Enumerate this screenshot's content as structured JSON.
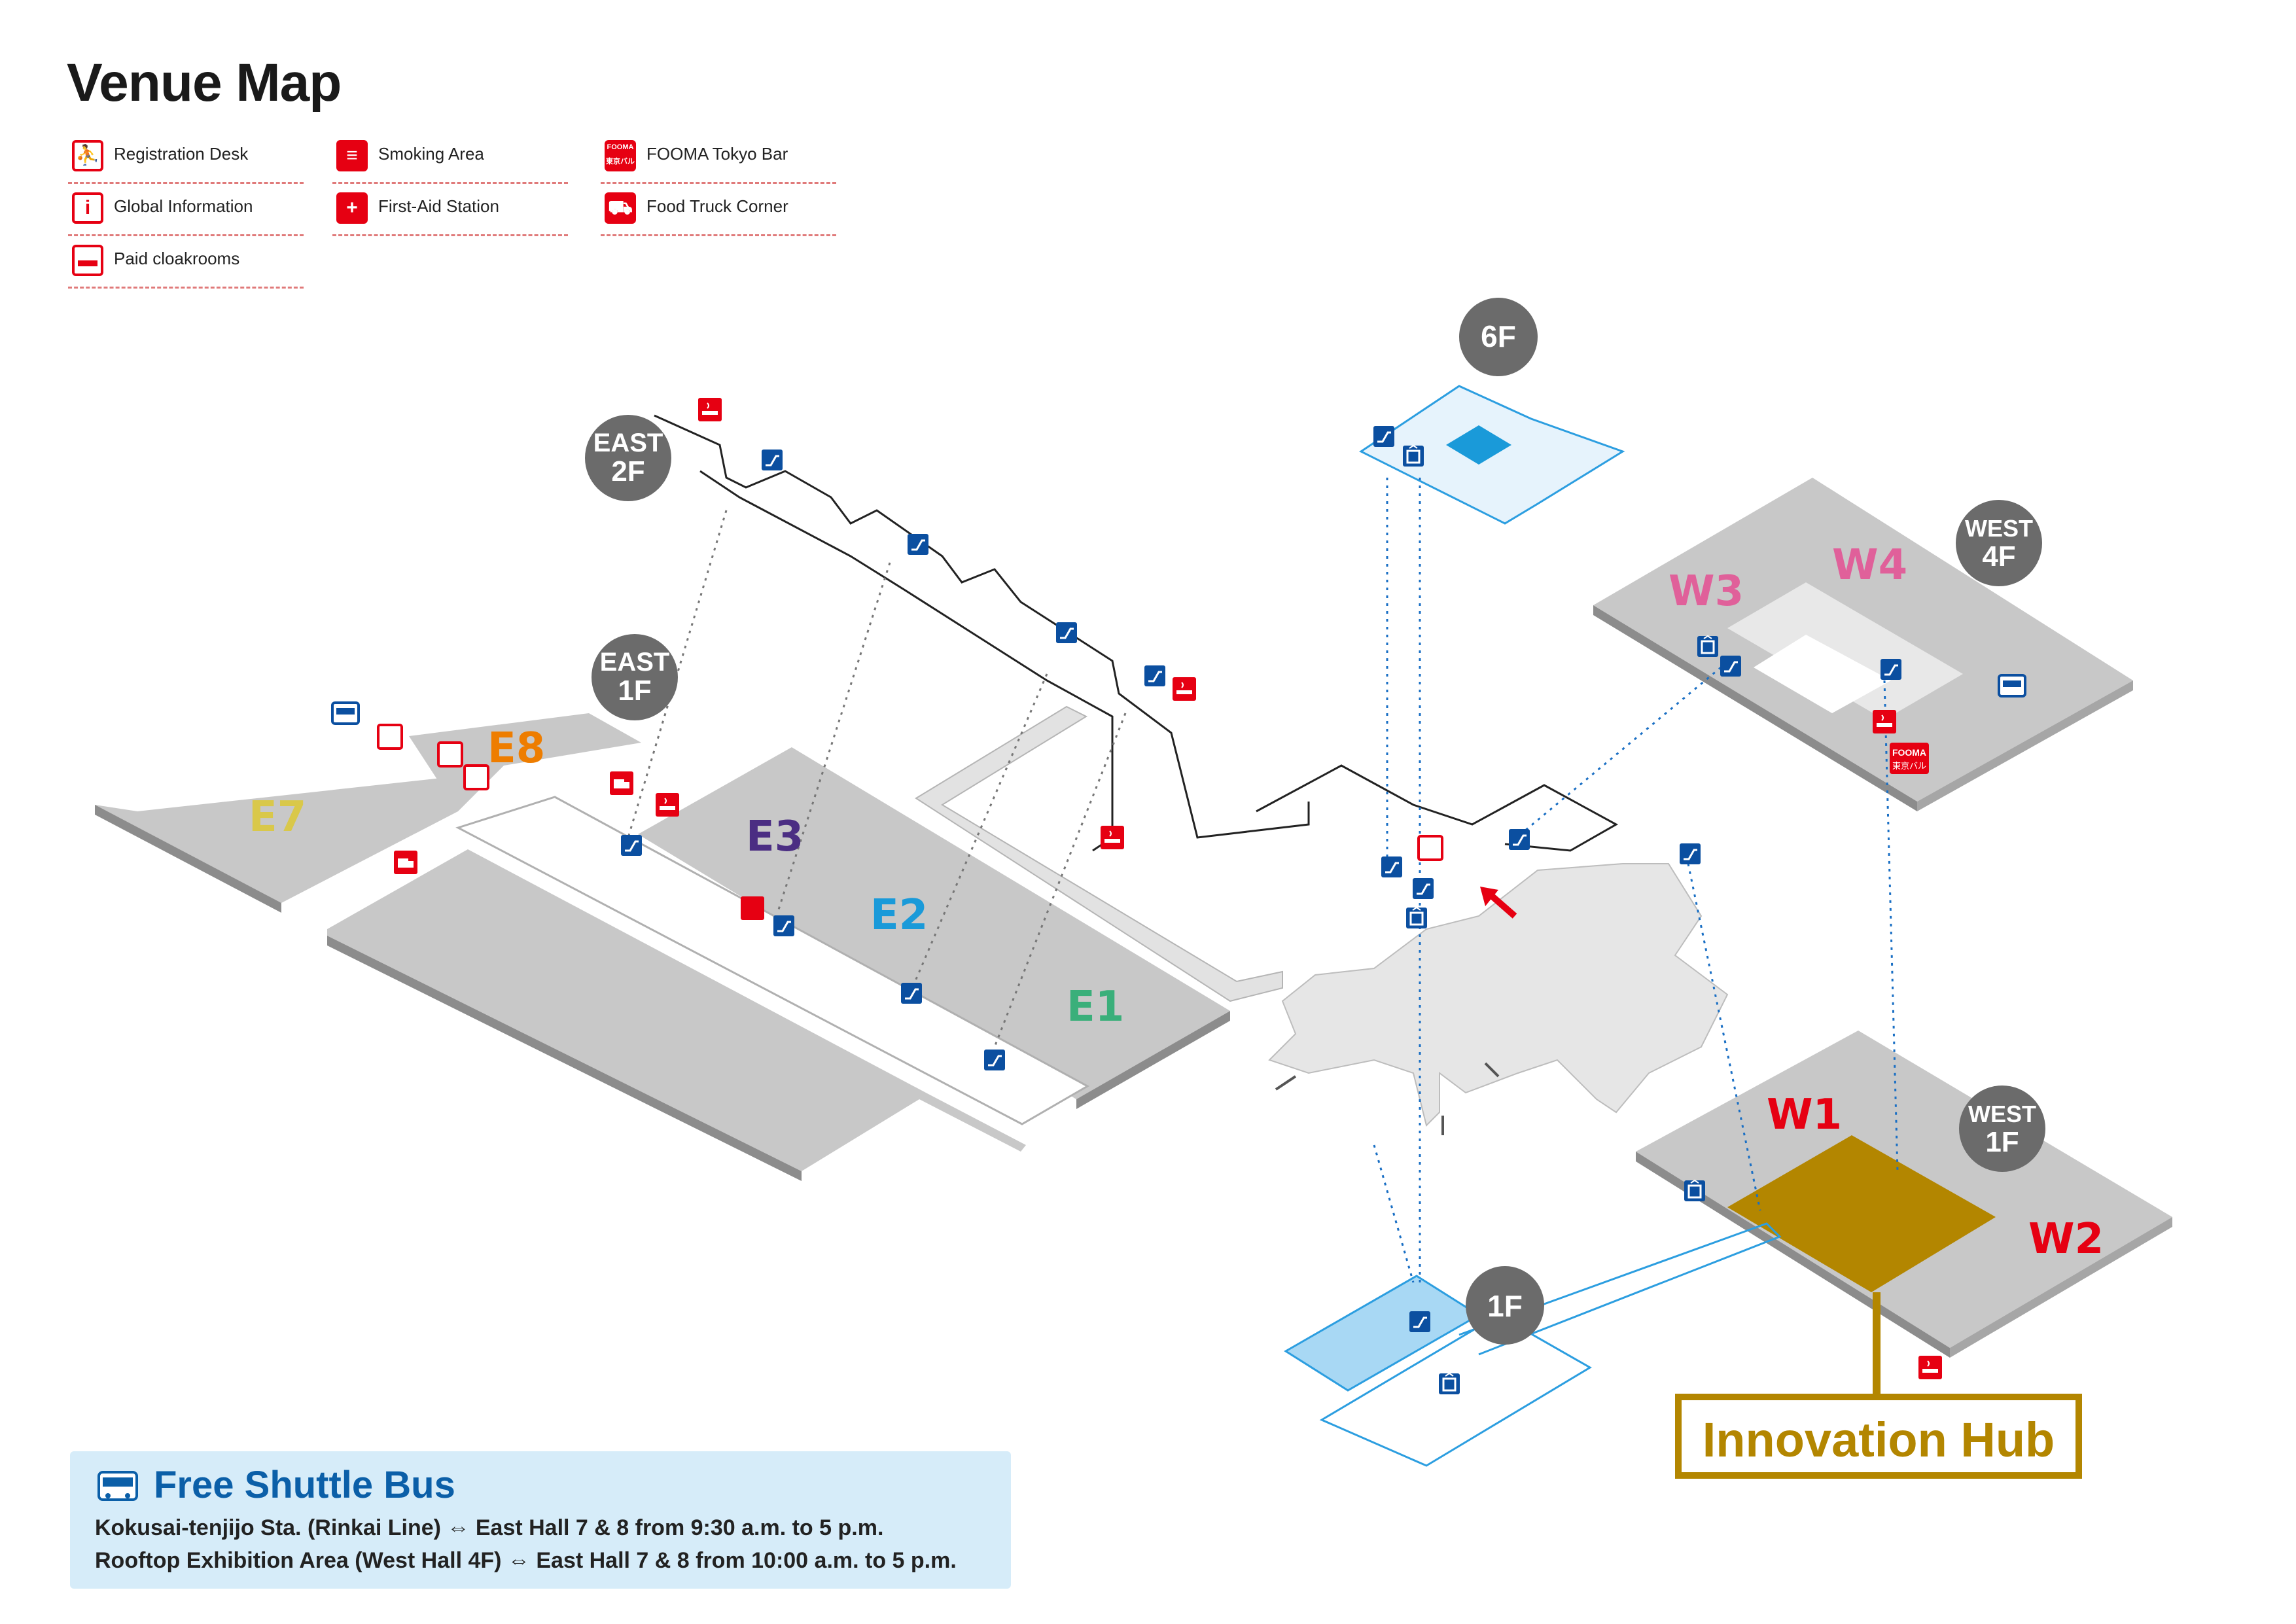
{
  "title": "Venue Map",
  "legend": [
    {
      "icon": "registration-desk-icon",
      "label": "Registration Desk"
    },
    {
      "icon": "global-information-icon",
      "label": "Global Information"
    },
    {
      "icon": "paid-cloakroom-icon",
      "label": "Paid cloakrooms"
    },
    {
      "icon": "smoking-area-icon",
      "label": "Smoking Area"
    },
    {
      "icon": "first-aid-station-icon",
      "label": "First-Aid Station"
    },
    {
      "icon": "fooma-tokyo-bar-icon",
      "label": "FOOMA Tokyo Bar"
    },
    {
      "icon": "food-truck-corner-icon",
      "label": "Food Truck Corner"
    }
  ],
  "halls": {
    "e1": "E1",
    "e2": "E2",
    "e3": "E3",
    "e7": "E7",
    "e8": "E8",
    "w1": "W1",
    "w2": "W2",
    "w3": "W3",
    "w4": "W4"
  },
  "floor_badges": {
    "east2f_a": "EAST",
    "east2f_b": "2F",
    "east1f_a": "EAST",
    "east1f_b": "1F",
    "west4f_a": "WEST",
    "west4f_b": "4F",
    "west1f_a": "WEST",
    "west1f_b": "1F",
    "f6": "6F",
    "f1": "1F"
  },
  "fooma_badge": {
    "line1": "FOOMA",
    "line2": "東京バル"
  },
  "colors": {
    "east_e1": "#3aaf7a",
    "east_e2": "#1a9ad9",
    "east_e3": "#4b2e83",
    "east_e7": "#d9c84a",
    "east_e8": "#ee7d00",
    "west_w": "#e60012",
    "west_upper": "#e0609a",
    "accent_red": "#e60012",
    "accent_blue": "#0b4fa0",
    "hall_grey": "#c8c8c8",
    "innovation_gold": "#b38600"
  },
  "innovation_hub": "Innovation Hub",
  "shuttle": {
    "title": "Free Shuttle Bus",
    "line1": "Kokusai-tenjijo Sta. (Rinkai Line) ⇔ East Hall 7 & 8 from 9:30 a.m. to 5 p.m.",
    "line2": "Rooftop Exhibition Area (West Hall 4F) ⇔ East Hall 7 & 8 from 10:00 a.m. to 5 p.m."
  }
}
